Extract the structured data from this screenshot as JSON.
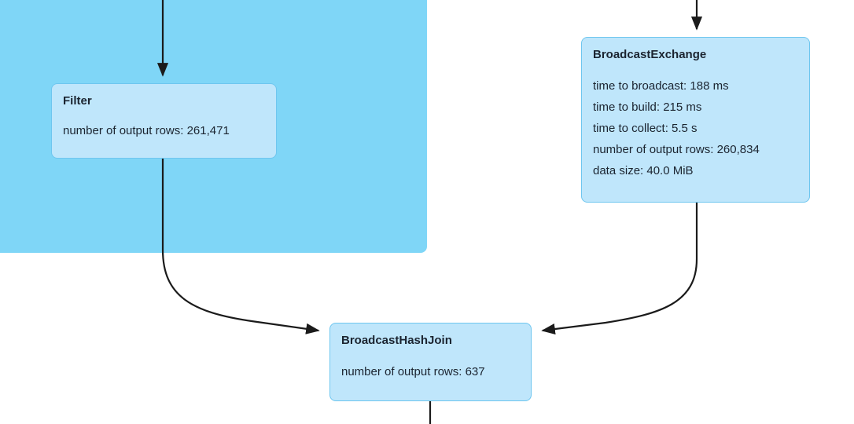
{
  "diagram": {
    "type": "spark-query-plan",
    "colors": {
      "cluster_fill": "#7fd6f7",
      "node_fill": "#bfe6fb",
      "node_border": "#6ec6ef",
      "edge": "#1b1b1b",
      "text": "#1b2430"
    },
    "nodes": [
      {
        "id": "filter",
        "title": "Filter",
        "metrics": [
          "number of output rows: 261,471"
        ]
      },
      {
        "id": "broadcastexchange",
        "title": "BroadcastExchange",
        "metrics": [
          "time to broadcast: 188 ms",
          "time to build: 215 ms",
          "time to collect: 5.5 s",
          "number of output rows: 260,834",
          "data size: 40.0 MiB"
        ]
      },
      {
        "id": "broadcasthashjoin",
        "title": "BroadcastHashJoin",
        "metrics": [
          "number of output rows: 637"
        ]
      }
    ],
    "edges": [
      {
        "id": "edge-into-filter",
        "from": "above",
        "to": "filter"
      },
      {
        "id": "edge-into-broadcastexchange",
        "from": "above",
        "to": "broadcastexchange"
      },
      {
        "id": "edge-filter-to-join",
        "from": "filter",
        "to": "broadcasthashjoin"
      },
      {
        "id": "edge-broadcastexchange-to-join",
        "from": "broadcastexchange",
        "to": "broadcasthashjoin"
      },
      {
        "id": "edge-join-to-below",
        "from": "broadcasthashjoin",
        "to": "below"
      }
    ]
  }
}
